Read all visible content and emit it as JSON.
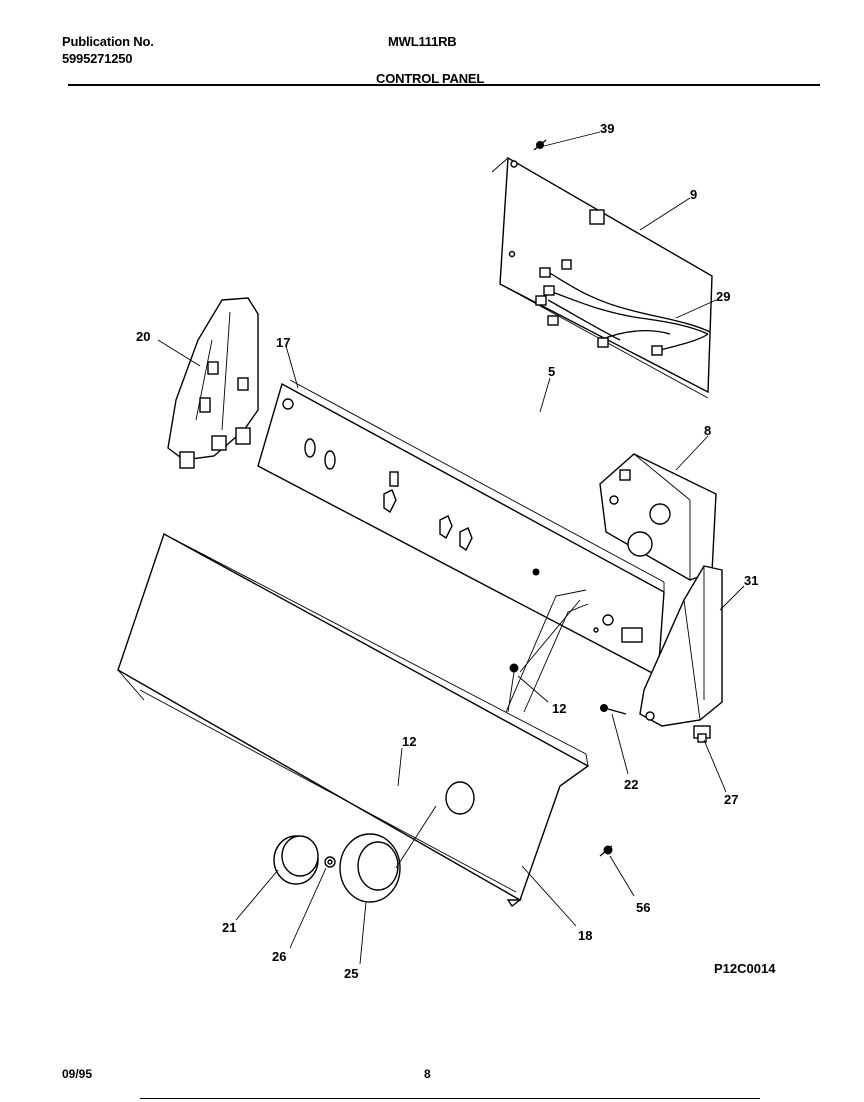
{
  "header": {
    "publication_label": "Publication No.",
    "publication_number": "5995271250",
    "model": "MWL111RB",
    "section_title": "CONTROL PANEL"
  },
  "callouts": [
    "39",
    "9",
    "29",
    "20",
    "17",
    "5",
    "8",
    "31",
    "12",
    "12",
    "22",
    "27",
    "56",
    "18",
    "21",
    "26",
    "25"
  ],
  "figure_code": "P12C0014",
  "footer": {
    "date": "09/95",
    "page": "8"
  }
}
